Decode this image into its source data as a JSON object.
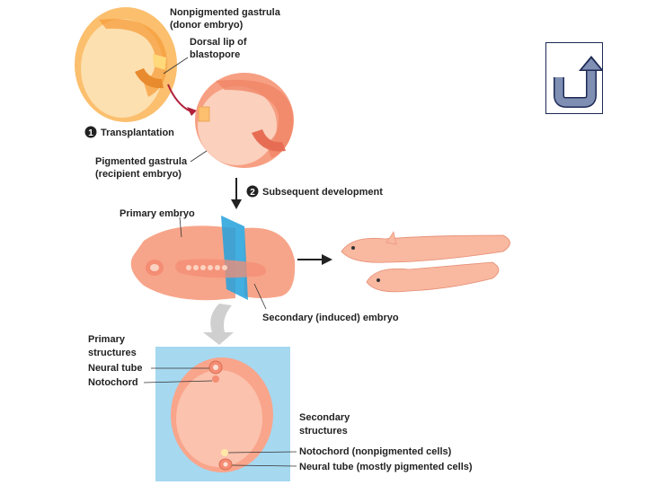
{
  "labels": {
    "nonpigmented_line1": "Nonpigmented gastrula",
    "nonpigmented_line2": "(donor embryo)",
    "dorsal_lip_line1": "Dorsal lip of",
    "dorsal_lip_line2": "blastopore",
    "step1_number": "1",
    "step1_label": "Transplantation",
    "pigmented_line1": "Pigmented gastrula",
    "pigmented_line2": "(recipient embryo)",
    "step2_number": "2",
    "step2_label": "Subsequent development",
    "primary_embryo": "Primary embryo",
    "secondary_embryo": "Secondary (induced) embryo",
    "primary_structures_line1": "Primary",
    "primary_structures_line2": "structures",
    "neural_tube": "Neural tube",
    "notochord": "Notochord",
    "secondary_structures_line1": "Secondary",
    "secondary_structures_line2": "structures",
    "notochord_secondary": "Notochord (nonpigmented cells)",
    "neural_tube_secondary": "Neural tube (mostly pigmented cells)"
  },
  "nav": {
    "back_icon": "return-arrow-icon"
  },
  "colors": {
    "donor_embryo": "#fbbf6e",
    "recipient_embryo": "#f7b49a",
    "blue_plane": "#29a3dc",
    "section_background": "#a6d8f0",
    "arrow_red": "#b0203a",
    "step_badge": "#222222",
    "back_arrow": "#7f8fb4"
  }
}
